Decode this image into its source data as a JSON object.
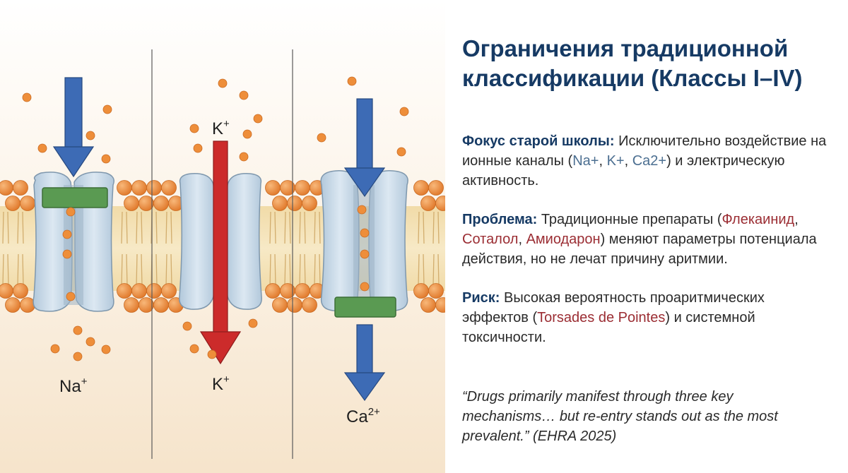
{
  "ion_labels": {
    "na": {
      "base": "Na",
      "sup": "+"
    },
    "k_top": {
      "base": "K",
      "sup": "+"
    },
    "k_bottom": {
      "base": "K",
      "sup": "+"
    },
    "ca": {
      "base": "Ca",
      "sup": "2+"
    }
  },
  "title": "Ограничения традиционной классификации (Классы I–IV)",
  "focus": {
    "lead": "Фокус старой школы:",
    "text1": " Исключительно воздействие на ионные каналы (",
    "na": "Na+",
    "sep1": ", ",
    "k": "K+",
    "sep2": ", ",
    "ca": "Ca2+",
    "text2": ") и электрическую активность."
  },
  "problem": {
    "lead": "Проблема:",
    "text1": " Традиционные препараты (",
    "drug1": "Флекаинид",
    "sep1": ", ",
    "drug2": "Соталол",
    "sep2": ", ",
    "drug3": "Амиодарон",
    "text2": ") меняют параметры потенциала действия, но не лечат причину аритмии."
  },
  "risk": {
    "lead": "Риск:",
    "text1": " Высокая вероятность проаритмических эффектов (",
    "tdp": "Torsades de Pointes",
    "text2": ") и системной токсичности."
  },
  "quote": "“Drugs primarily manifest through three key mechanisms… but re-entry stands out as the most prevalent.” (EHRA 2025)",
  "colors": {
    "title": "#163a64",
    "accent_blue": "#4c6f91",
    "accent_red": "#9b2d33",
    "arrow_blue": "#3d6bb5",
    "arrow_red": "#cc2b2b",
    "ion": "#ee8e3a",
    "gate": "#5a9a52",
    "channel": "#c9dbea"
  }
}
